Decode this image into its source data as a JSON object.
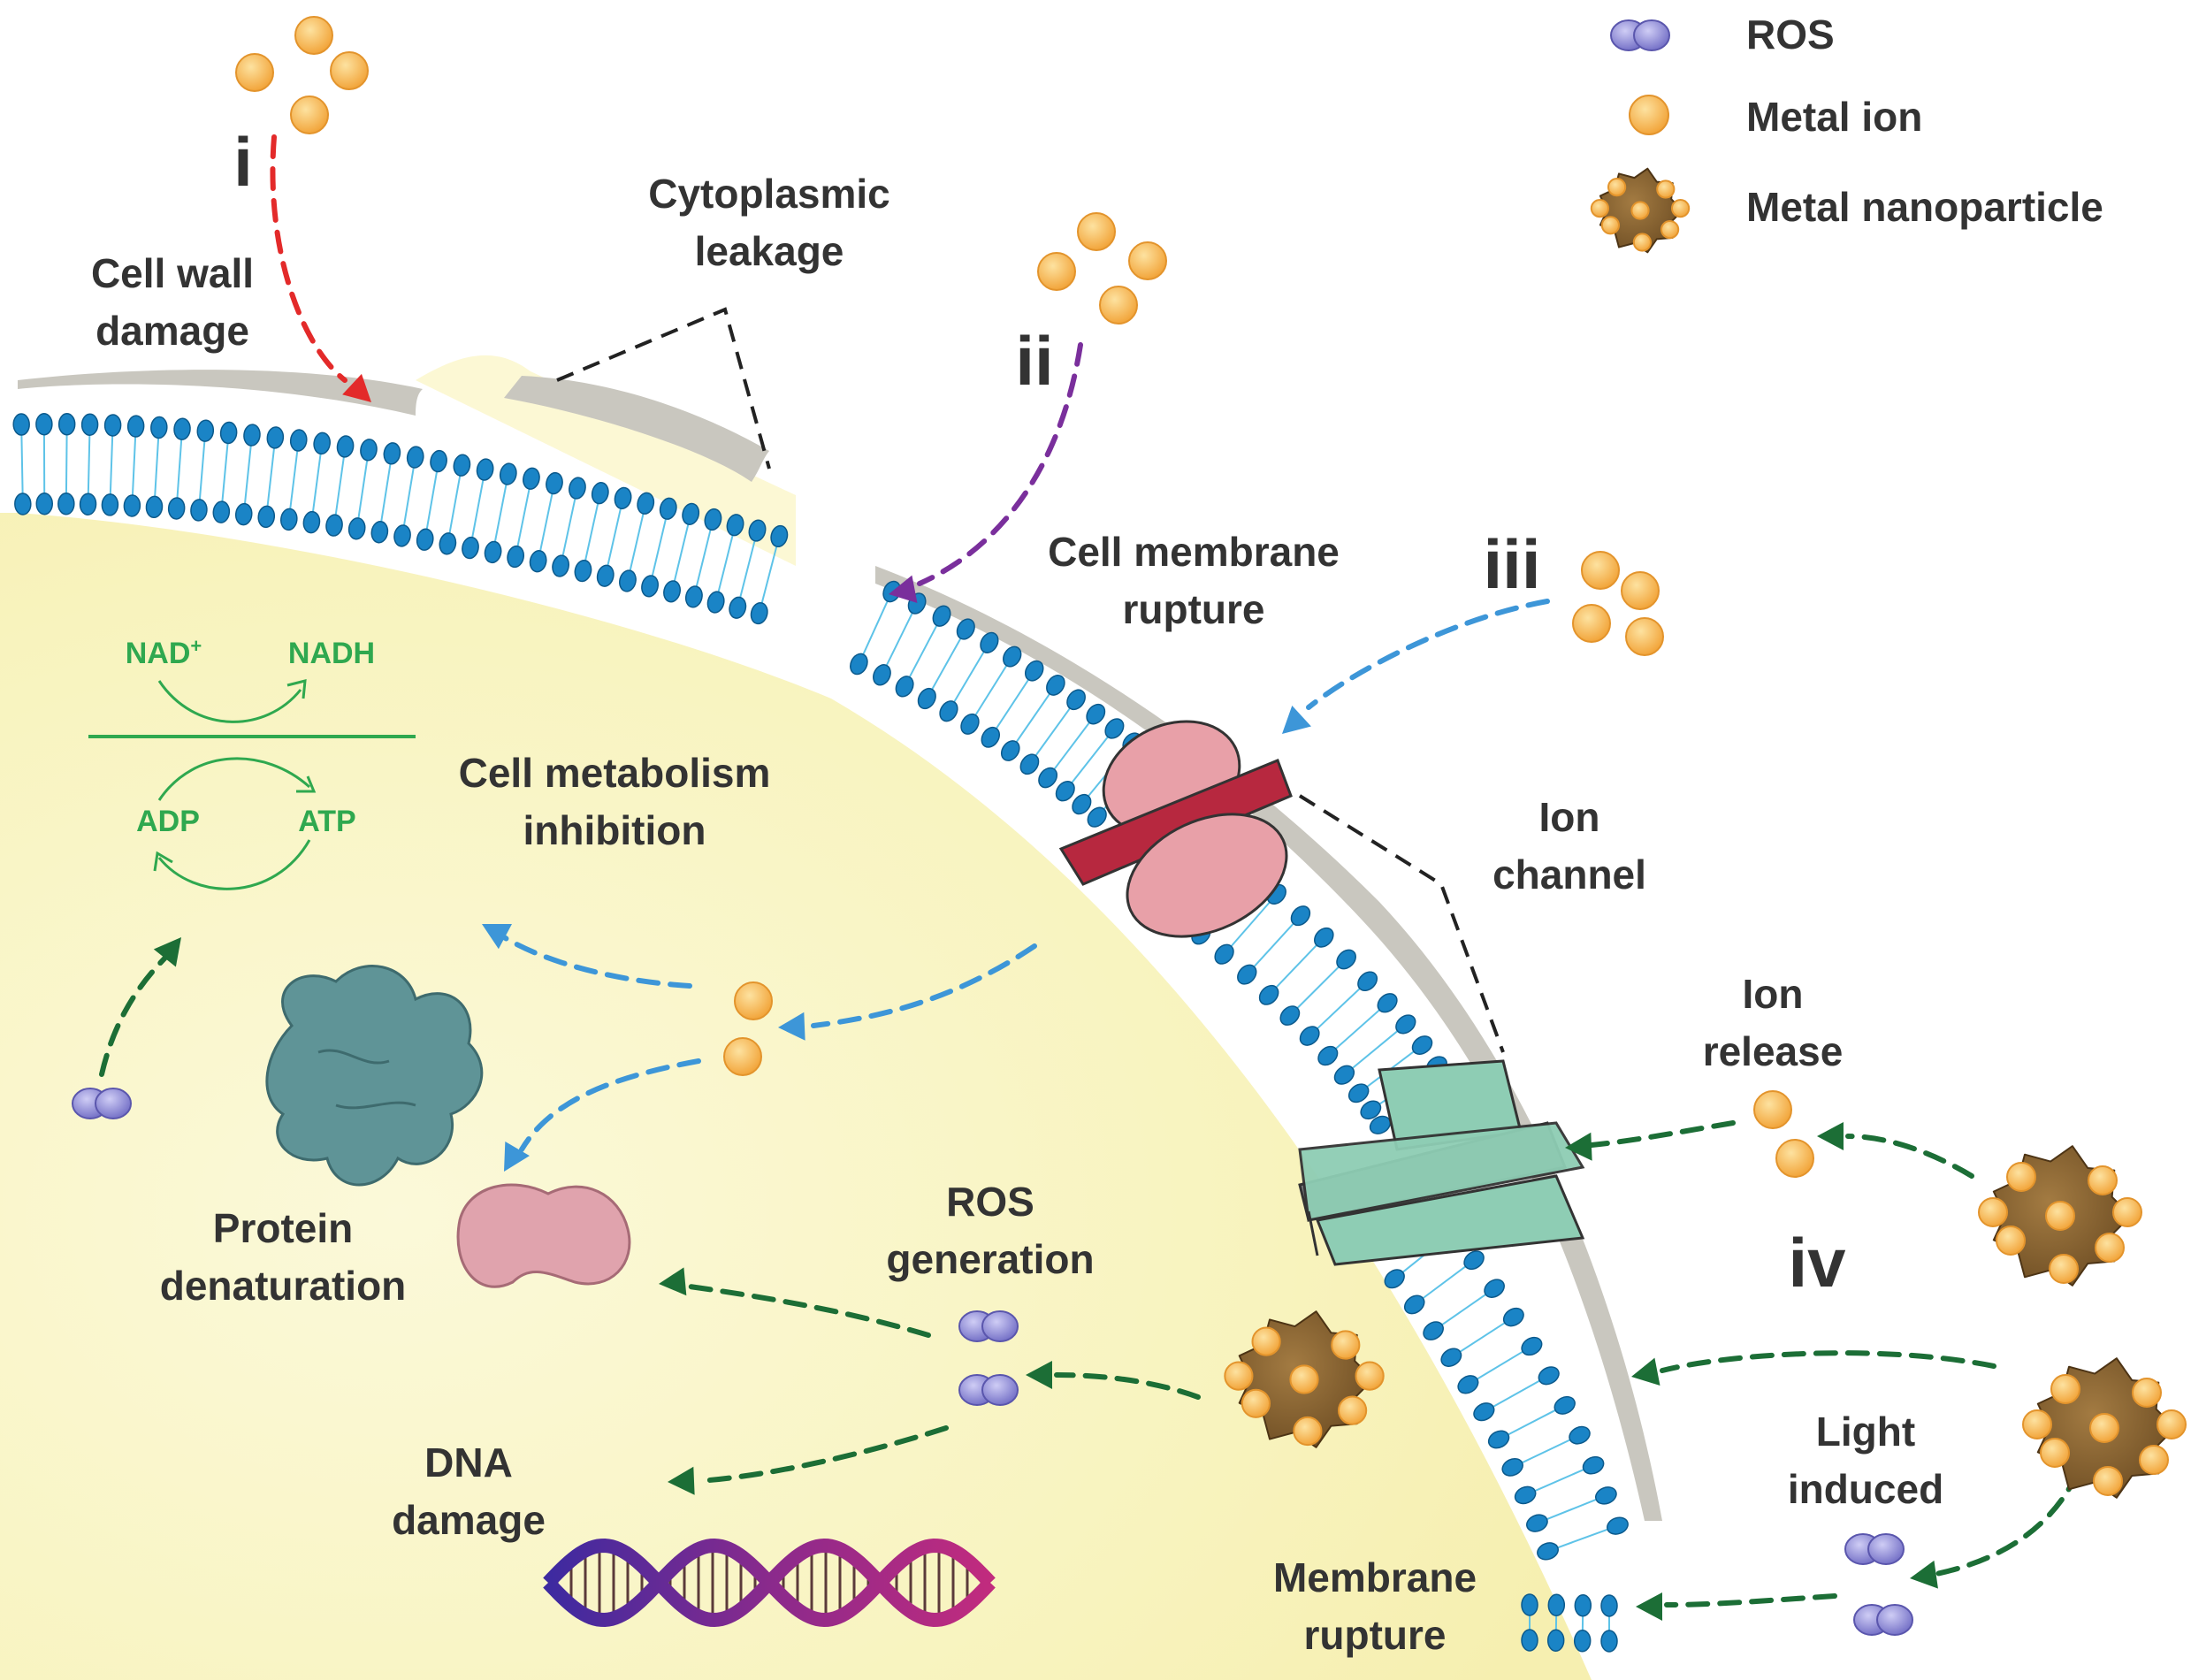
{
  "legend": [
    {
      "symbol": "ros",
      "label": "ROS"
    },
    {
      "symbol": "ion",
      "label": "Metal ion"
    },
    {
      "symbol": "nanoparticle",
      "label": "Metal nanoparticle"
    }
  ],
  "pathway_numerals": {
    "i": "i",
    "ii": "ii",
    "iii": "iii",
    "iv": "iv"
  },
  "labels": {
    "cell_wall_damage": [
      "Cell wall",
      "damage"
    ],
    "cytoplasmic_leakage": [
      "Cytoplasmic",
      "leakage"
    ],
    "cell_membrane_rupture": [
      "Cell membrane",
      "rupture"
    ],
    "ion_channel": [
      "Ion",
      "channel"
    ],
    "ion_release": [
      "Ion",
      "release"
    ],
    "light_induced": [
      "Light",
      "induced"
    ],
    "membrane_rupture": [
      "Membrane",
      "rupture"
    ],
    "cell_metabolism_inhibition": [
      "Cell metabolism",
      "inhibition"
    ],
    "protein_denaturation": [
      "Protein",
      "denaturation"
    ],
    "ros_generation": [
      "ROS",
      "generation"
    ],
    "dna_damage": [
      "DNA",
      "damage"
    ]
  },
  "metabolism": {
    "nad_plus": "NAD",
    "nad_plus_sup": "+",
    "nadh": "NADH",
    "adp": "ADP",
    "atp": "ATP"
  },
  "colors": {
    "cytoplasm": "#fbf8d2",
    "cell_wall": "#c7c5bd",
    "lipid_head": "#1a84c6",
    "lipid_tail": "#5ec3e8",
    "metal_ion": "#f7b84a",
    "ros": "#8f8bd6",
    "nanoparticle": "#8b6634",
    "arrow_red": "#e32a2a",
    "arrow_purple": "#7a2f9c",
    "arrow_blue": "#3d96d8",
    "arrow_green": "#1c6e36",
    "metabolism_green": "#2fa84f",
    "ion_channel_pink": "#e8a0a8",
    "ion_channel_green": "#8ecdb4",
    "protein_teal": "#5b8f92",
    "protein_pink": "#e0a3ad",
    "dna_purple": "#7a2a8e"
  },
  "icons": {
    "ros": "ros-molecule-icon",
    "metal_ion": "metal-ion-icon",
    "nanoparticle": "metal-nanoparticle-icon",
    "protein": "protein-icon",
    "dna": "dna-helix-icon",
    "ion_channel": "ion-channel-icon"
  }
}
